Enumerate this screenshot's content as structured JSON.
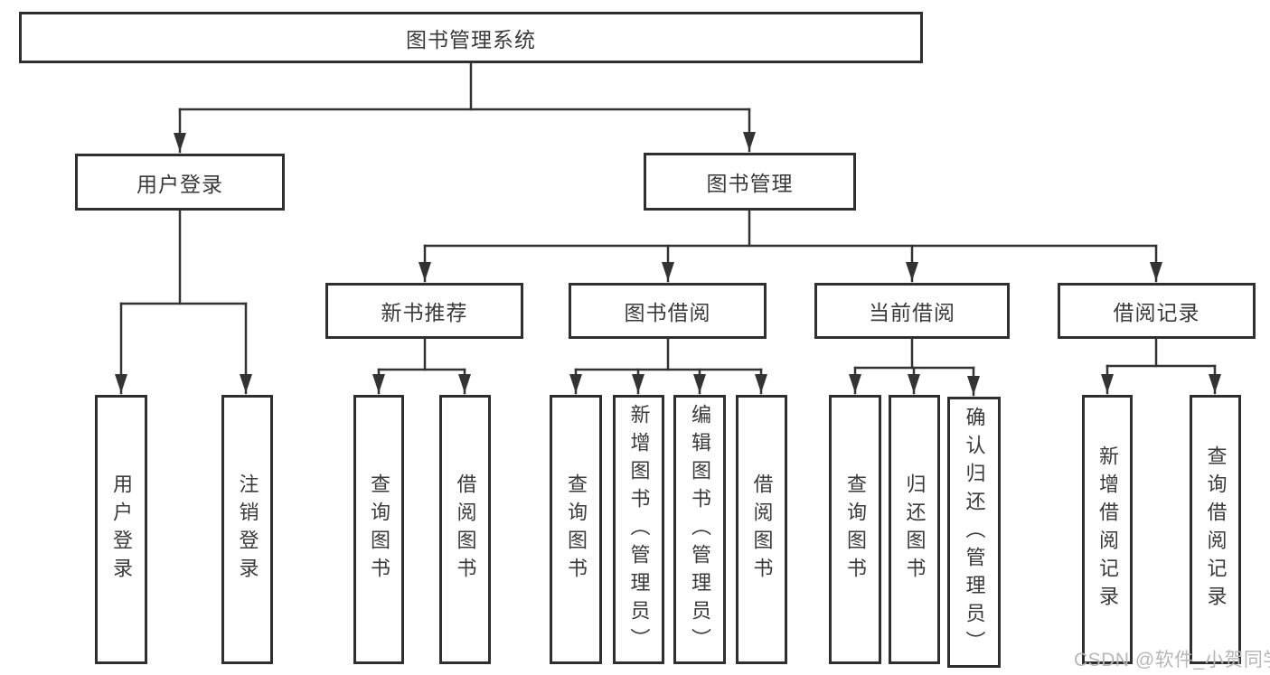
{
  "diagram_title": "图书管理系统",
  "nodes": {
    "root": "图书管理系统",
    "user_login": "用户登录",
    "book_management": "图书管理",
    "new_book_recommend": "新书推荐",
    "book_borrow": "图书借阅",
    "current_borrow": "当前借阅",
    "borrow_records": "借阅记录",
    "leaf_user_login": "用户登录",
    "leaf_logout": "注销登录",
    "leaf_recommend_query_books": "查询图书",
    "leaf_recommend_borrow_books": "借阅图书",
    "leaf_borrow_query_books": "查询图书",
    "leaf_borrow_add_books": "新增图书（管理员）",
    "leaf_borrow_edit_books": "编辑图书（管理员）",
    "leaf_borrow_borrow_books": "借阅图书",
    "leaf_current_query_books": "查询图书",
    "leaf_current_return_books": "归还图书",
    "leaf_current_confirm_return": "确认归还（管理员）",
    "leaf_records_add_record": "新增借阅记录",
    "leaf_records_query_record": "查询借阅记录"
  },
  "hierarchy": {
    "root": "图书管理系统",
    "children_of_root": [
      "用户登录",
      "图书管理"
    ],
    "children_of_user_login": [
      "用户登录",
      "注销登录"
    ],
    "children_of_book_management": [
      "新书推荐",
      "图书借阅",
      "当前借阅",
      "借阅记录"
    ],
    "children_of_new_book_recommend": [
      "查询图书",
      "借阅图书"
    ],
    "children_of_book_borrow": [
      "查询图书",
      "新增图书（管理员）",
      "编辑图书（管理员）",
      "借阅图书"
    ],
    "children_of_current_borrow": [
      "查询图书",
      "归还图书",
      "确认归还（管理员）"
    ],
    "children_of_borrow_records": [
      "新增借阅记录",
      "查询借阅记录"
    ]
  },
  "watermark": "CSDN @软件_小贺同学",
  "colors": {
    "line": "#333333",
    "box_border": "#2f2f2f",
    "text": "#3a3a3a",
    "watermark": "#b6b6b6",
    "background": "#ffffff"
  }
}
